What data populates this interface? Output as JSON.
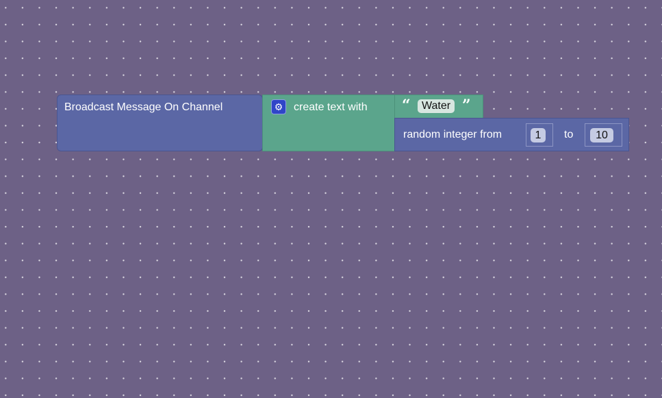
{
  "workspace": {
    "broadcast_block": {
      "label": "Broadcast Message On Channel"
    },
    "create_text_block": {
      "label": "create text with",
      "mutator_icon": "gear-icon"
    },
    "text_block": {
      "open_quote": "“",
      "value": "Water",
      "close_quote": "”"
    },
    "random_block": {
      "label": "random integer from",
      "from": "1",
      "to_label": "to",
      "to": "10"
    },
    "colors": {
      "background": "#6d6186",
      "blue_block": "#5b67a5",
      "green_block": "#5ba58c"
    }
  }
}
